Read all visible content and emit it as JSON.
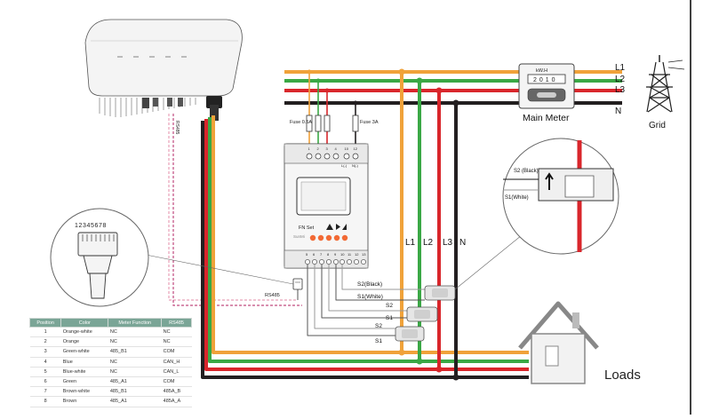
{
  "inverter": {
    "rs485_label": "RS485"
  },
  "fuses": [
    {
      "label": "Fuse 0.5A"
    },
    {
      "label": "Fuse 3A"
    }
  ],
  "meter": {
    "top_terminals": [
      "1",
      "2",
      "3",
      "4",
      "10",
      "12"
    ],
    "phase_marks": [
      "L(-)",
      "N(-)"
    ],
    "buttons_label": "FN Set",
    "brand": "SunMi",
    "bottom_terminals": [
      "5",
      "6",
      "7",
      "8",
      "9",
      "10",
      "11",
      "12",
      "13"
    ]
  },
  "main_meter": {
    "unit": "kW.H",
    "reading": "2010",
    "label": "Main Meter"
  },
  "grid": {
    "label": "Grid",
    "lines": [
      "L1",
      "L2",
      "L3",
      "N"
    ]
  },
  "vertical_lines": [
    "L1",
    "L2",
    "L3",
    "N"
  ],
  "ct_labels": {
    "s2_black": "S2(Black)",
    "s1_white": "S1(White)",
    "s2": "S2",
    "s1": "S1",
    "s2b": "S2",
    "s1b": "S1"
  },
  "inset_ct": {
    "s2": "S2 (Black)",
    "s1": "S1(White)"
  },
  "rs485_pins": "12345678",
  "rs485_meter_label": "RS485",
  "loads": {
    "label": "Loads"
  },
  "table": {
    "headers": [
      "Position",
      "Color",
      "Meter Function",
      "RS485"
    ],
    "rows": [
      [
        "1",
        "Orange-white",
        "NC",
        "NC"
      ],
      [
        "2",
        "Orange",
        "NC",
        "NC"
      ],
      [
        "3",
        "Green-white",
        "485_B1",
        "COM"
      ],
      [
        "4",
        "Blue",
        "NC",
        "CAN_H"
      ],
      [
        "5",
        "Blue-white",
        "NC",
        "CAN_L"
      ],
      [
        "6",
        "Green",
        "485_A1",
        "COM"
      ],
      [
        "7",
        "Brown-white",
        "485_B1",
        "485A_B"
      ],
      [
        "8",
        "Brown",
        "485_A1",
        "485A_A"
      ]
    ]
  },
  "colors": {
    "orange": "#f0a23a",
    "green": "#3aa845",
    "red": "#d9262b",
    "black": "#231f20",
    "pink": "#e8a0b8"
  }
}
